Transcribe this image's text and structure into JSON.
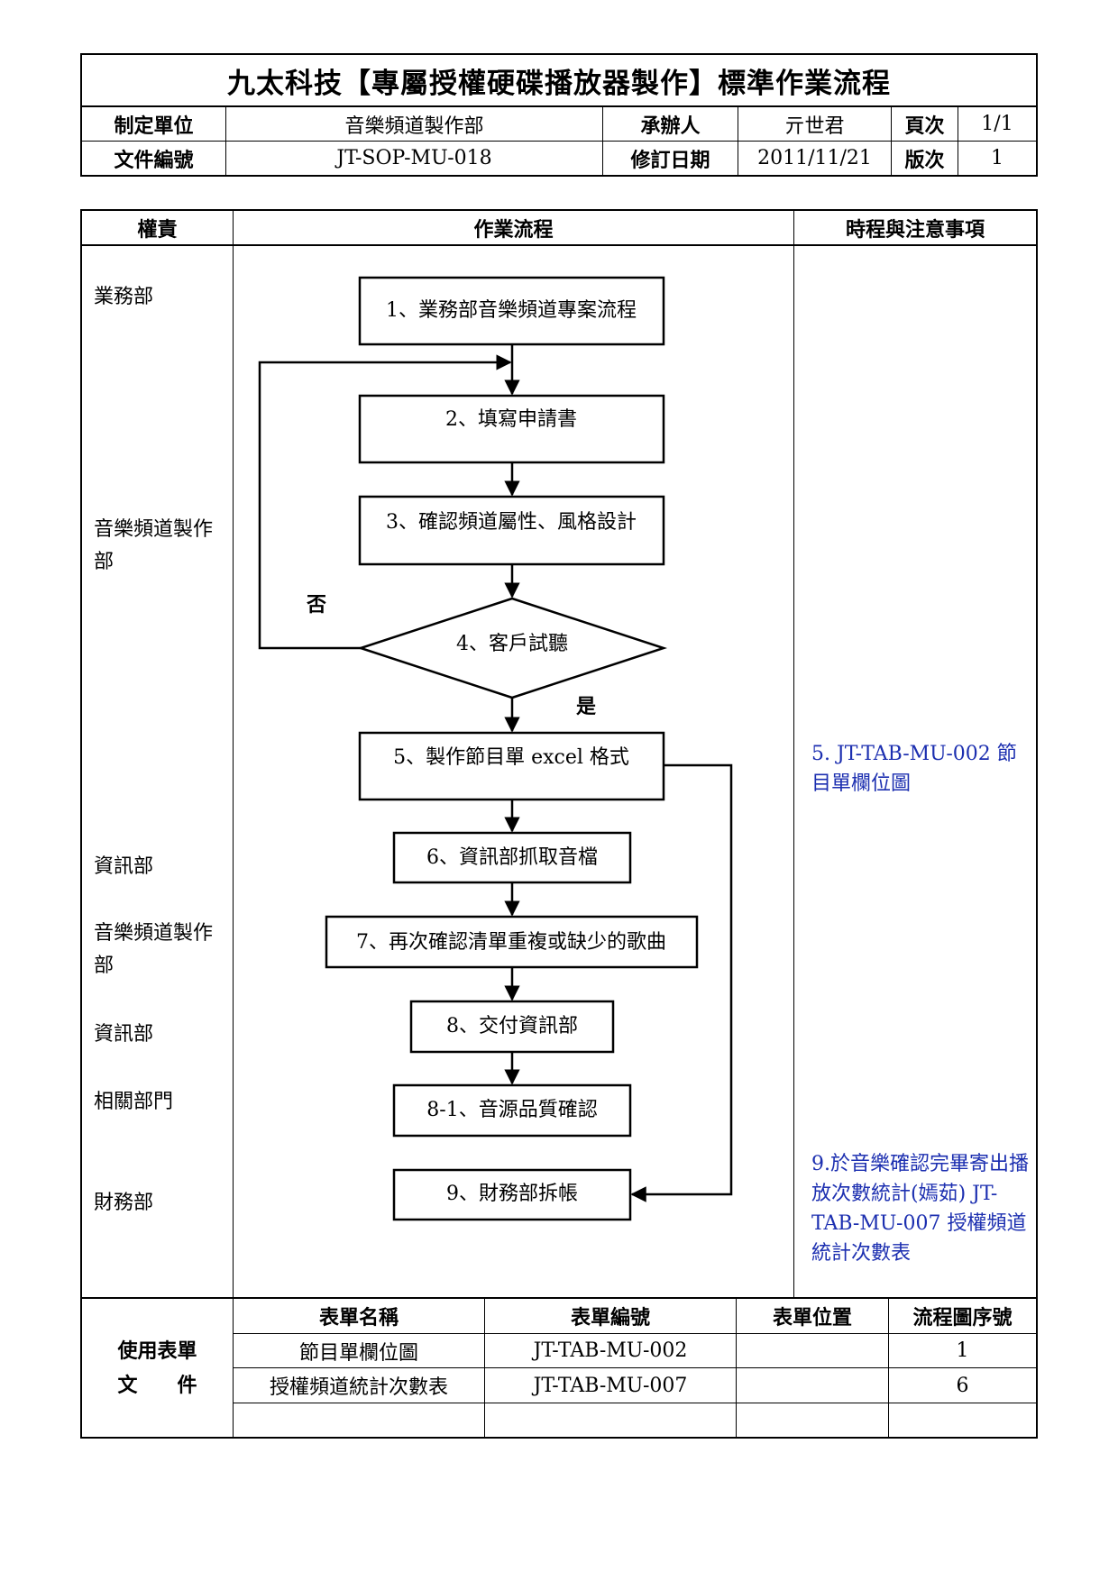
{
  "document": {
    "title": "九太科技【專屬授權硬碟播放器製作】標準作業流程"
  },
  "header": {
    "unit_label": "制定單位",
    "unit_value": "音樂頻道製作部",
    "handler_label": "承辦人",
    "handler_value": "亓世君",
    "page_label": "頁次",
    "page_value": "1/1",
    "doc_no_label": "文件編號",
    "doc_no_value": "JT-SOP-MU-018",
    "revision_date_label": "修訂日期",
    "revision_date_value": "2011/11/21",
    "version_label": "版次",
    "version_value": "1"
  },
  "flow_table": {
    "col_responsibility": "權責",
    "col_process": "作業流程",
    "col_notes": "時程與注意事項"
  },
  "departments": {
    "d1": "業務部",
    "d2": "音樂頻道製作部",
    "d3": "資訊部",
    "d4": "音樂頻道製作部",
    "d5": "資訊部",
    "d6": "相關部門",
    "d7": "財務部"
  },
  "steps": {
    "s1": "1、業務部音樂頻道專案流程",
    "s2": "2、填寫申請書",
    "s3": "3、確認頻道屬性、風格設計",
    "s4": "4、客戶試聽",
    "s5": "5、製作節目單 excel 格式",
    "s6": "6、資訊部抓取音檔",
    "s7": "7、再次確認清單重複或缺少的歌曲",
    "s8": "8、交付資訊部",
    "s8_1": "8-1、音源品質確認",
    "s9": "9、財務部拆帳",
    "no_label": "否",
    "yes_label": "是"
  },
  "notes": {
    "n5": "5. JT-TAB-MU-002 節目單欄位圖",
    "n9": "9.於音樂確認完畢寄出播放次數統計(嫣茹) JT-TAB-MU-007 授權頻道統計次數表"
  },
  "forms": {
    "section_label_1": "使用表單",
    "section_label_2": "文　　件",
    "col_name": "表單名稱",
    "col_no": "表單編號",
    "col_location": "表單位置",
    "col_flow_no": "流程圖序號",
    "rows": [
      {
        "name": "節目單欄位圖",
        "no": "JT-TAB-MU-002",
        "location": "",
        "flow_no": "1"
      },
      {
        "name": "授權頻道統計次數表",
        "no": "JT-TAB-MU-007",
        "location": "",
        "flow_no": "6"
      },
      {
        "name": "",
        "no": "",
        "location": "",
        "flow_no": ""
      }
    ]
  },
  "colors": {
    "note_text": "#1c2fb0",
    "line": "#000000"
  }
}
